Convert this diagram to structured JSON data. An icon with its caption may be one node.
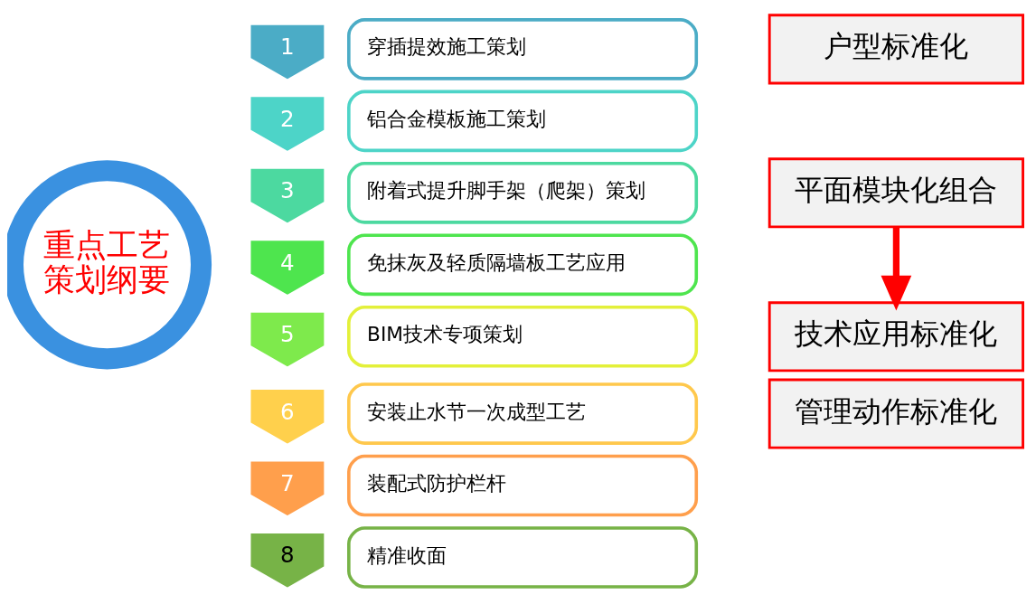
{
  "diagram": {
    "nodes": [
      {
        "text": [
          "重点工艺策划纲要"
        ]
      },
      {
        "text": [
          "1"
        ]
      },
      {
        "text": [
          "穿插提效施工策划"
        ]
      },
      {
        "text": [
          "2"
        ]
      },
      {
        "text": [
          "铝合金模板施工策划"
        ]
      },
      {
        "text": [
          "3"
        ]
      },
      {
        "text": [
          "附着式提升脚手架（爬架）策划"
        ]
      },
      {
        "text": [
          "4"
        ]
      },
      {
        "text": [
          "免抹灰及轻质隔墙板工艺应用"
        ]
      },
      {
        "text": [
          "5"
        ]
      },
      {
        "text": [
          "BIM技术专项策划"
        ]
      },
      {
        "text": [
          "6"
        ]
      },
      {
        "text": [
          "安装止水节一次成型工艺"
        ]
      },
      {
        "text": [
          "7"
        ]
      },
      {
        "text": [
          "装配式防护栏杆"
        ]
      },
      {
        "text": [
          "8"
        ]
      },
      {
        "text": [
          "精准收面"
        ]
      },
      {
        "text": [
          "户型标准化"
        ]
      },
      {
        "text": [
          "平面模块化组合"
        ]
      },
      {
        "text": [
          "技术应用标准化"
        ]
      },
      {
        "text": [
          "管理动作标准化"
        ]
      }
    ],
    "edges": [
      {
        "from": 18,
        "to": 19,
        "arrow": "to",
        "color": "#ff0000"
      }
    ]
  }
}
